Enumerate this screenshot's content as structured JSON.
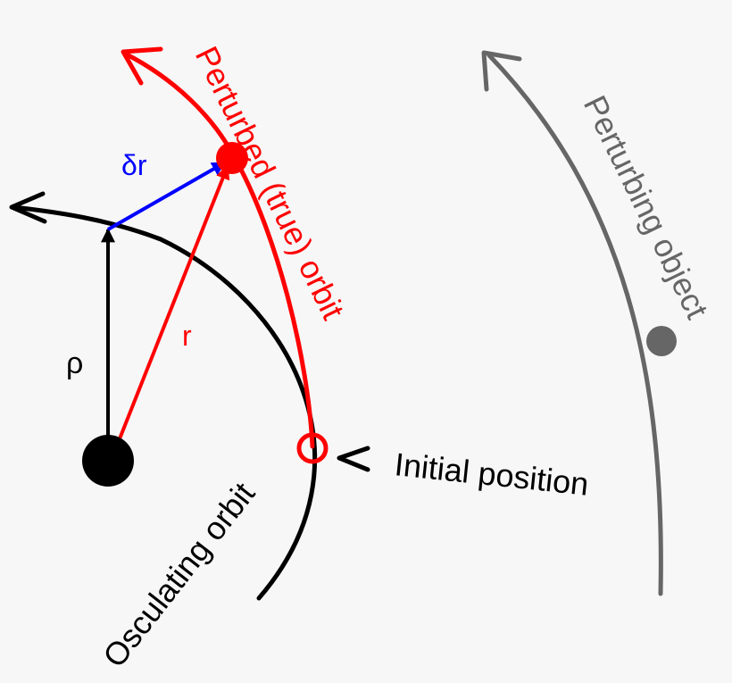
{
  "colors": {
    "background": "#f7f7f7",
    "osculating_orbit": "#000000",
    "perturbed_orbit": "#ff0000",
    "delta_vector": "#0000ff",
    "perturbing_object": "#666666"
  },
  "labels": {
    "perturbed_orbit": "Perturbed (true) orbit",
    "perturbing_object": "Perturbing object",
    "osculating_orbit": "Osculating orbit",
    "initial_position": "Initial position",
    "delta_r": "δr",
    "r": "r",
    "rho": "ρ"
  }
}
